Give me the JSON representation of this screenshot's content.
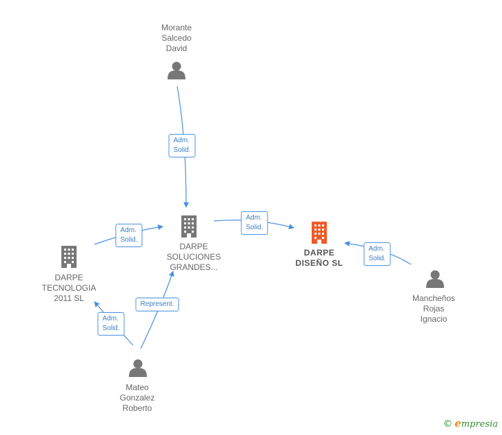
{
  "colors": {
    "person": "#777777",
    "company": "#777777",
    "focus_company": "#f05a28",
    "edge": "#4a90e2"
  },
  "nodes": {
    "morante": {
      "type": "person",
      "label": "Morante\nSalcedo\nDavid",
      "icon": "person-icon"
    },
    "darpe_soluciones": {
      "type": "company",
      "label": "DARPE\nSOLUCIONES\nGRANDES...",
      "icon": "building-icon"
    },
    "darpe_diseno": {
      "type": "focus_company",
      "label": "DARPE\nDISEÑO  SL",
      "icon": "building-icon"
    },
    "darpe_tecnologia": {
      "type": "company",
      "label": "DARPE\nTECNOLOGIA\n2011 SL",
      "icon": "building-icon"
    },
    "manchenos": {
      "type": "person",
      "label": "Mancheños\nRojas\nIgnacio",
      "icon": "person-icon"
    },
    "mateo": {
      "type": "person",
      "label": "Mateo\nGonzalez\nRoberto",
      "icon": "person-icon"
    }
  },
  "edges": {
    "morante_soluciones": {
      "label": "Adm.\nSolid."
    },
    "soluciones_diseno": {
      "label": "Adm.\nSolid."
    },
    "manchenos_diseno": {
      "label": "Adm.\nSolid."
    },
    "tecnologia_soluciones": {
      "label": "Adm.\nSolid."
    },
    "mateo_tecnologia": {
      "label": "Adm.\nSolid."
    },
    "mateo_soluciones": {
      "label": "Represent."
    }
  },
  "footer": {
    "copyright": "©",
    "brand_e": "e",
    "brand_rest": "mpresia"
  }
}
